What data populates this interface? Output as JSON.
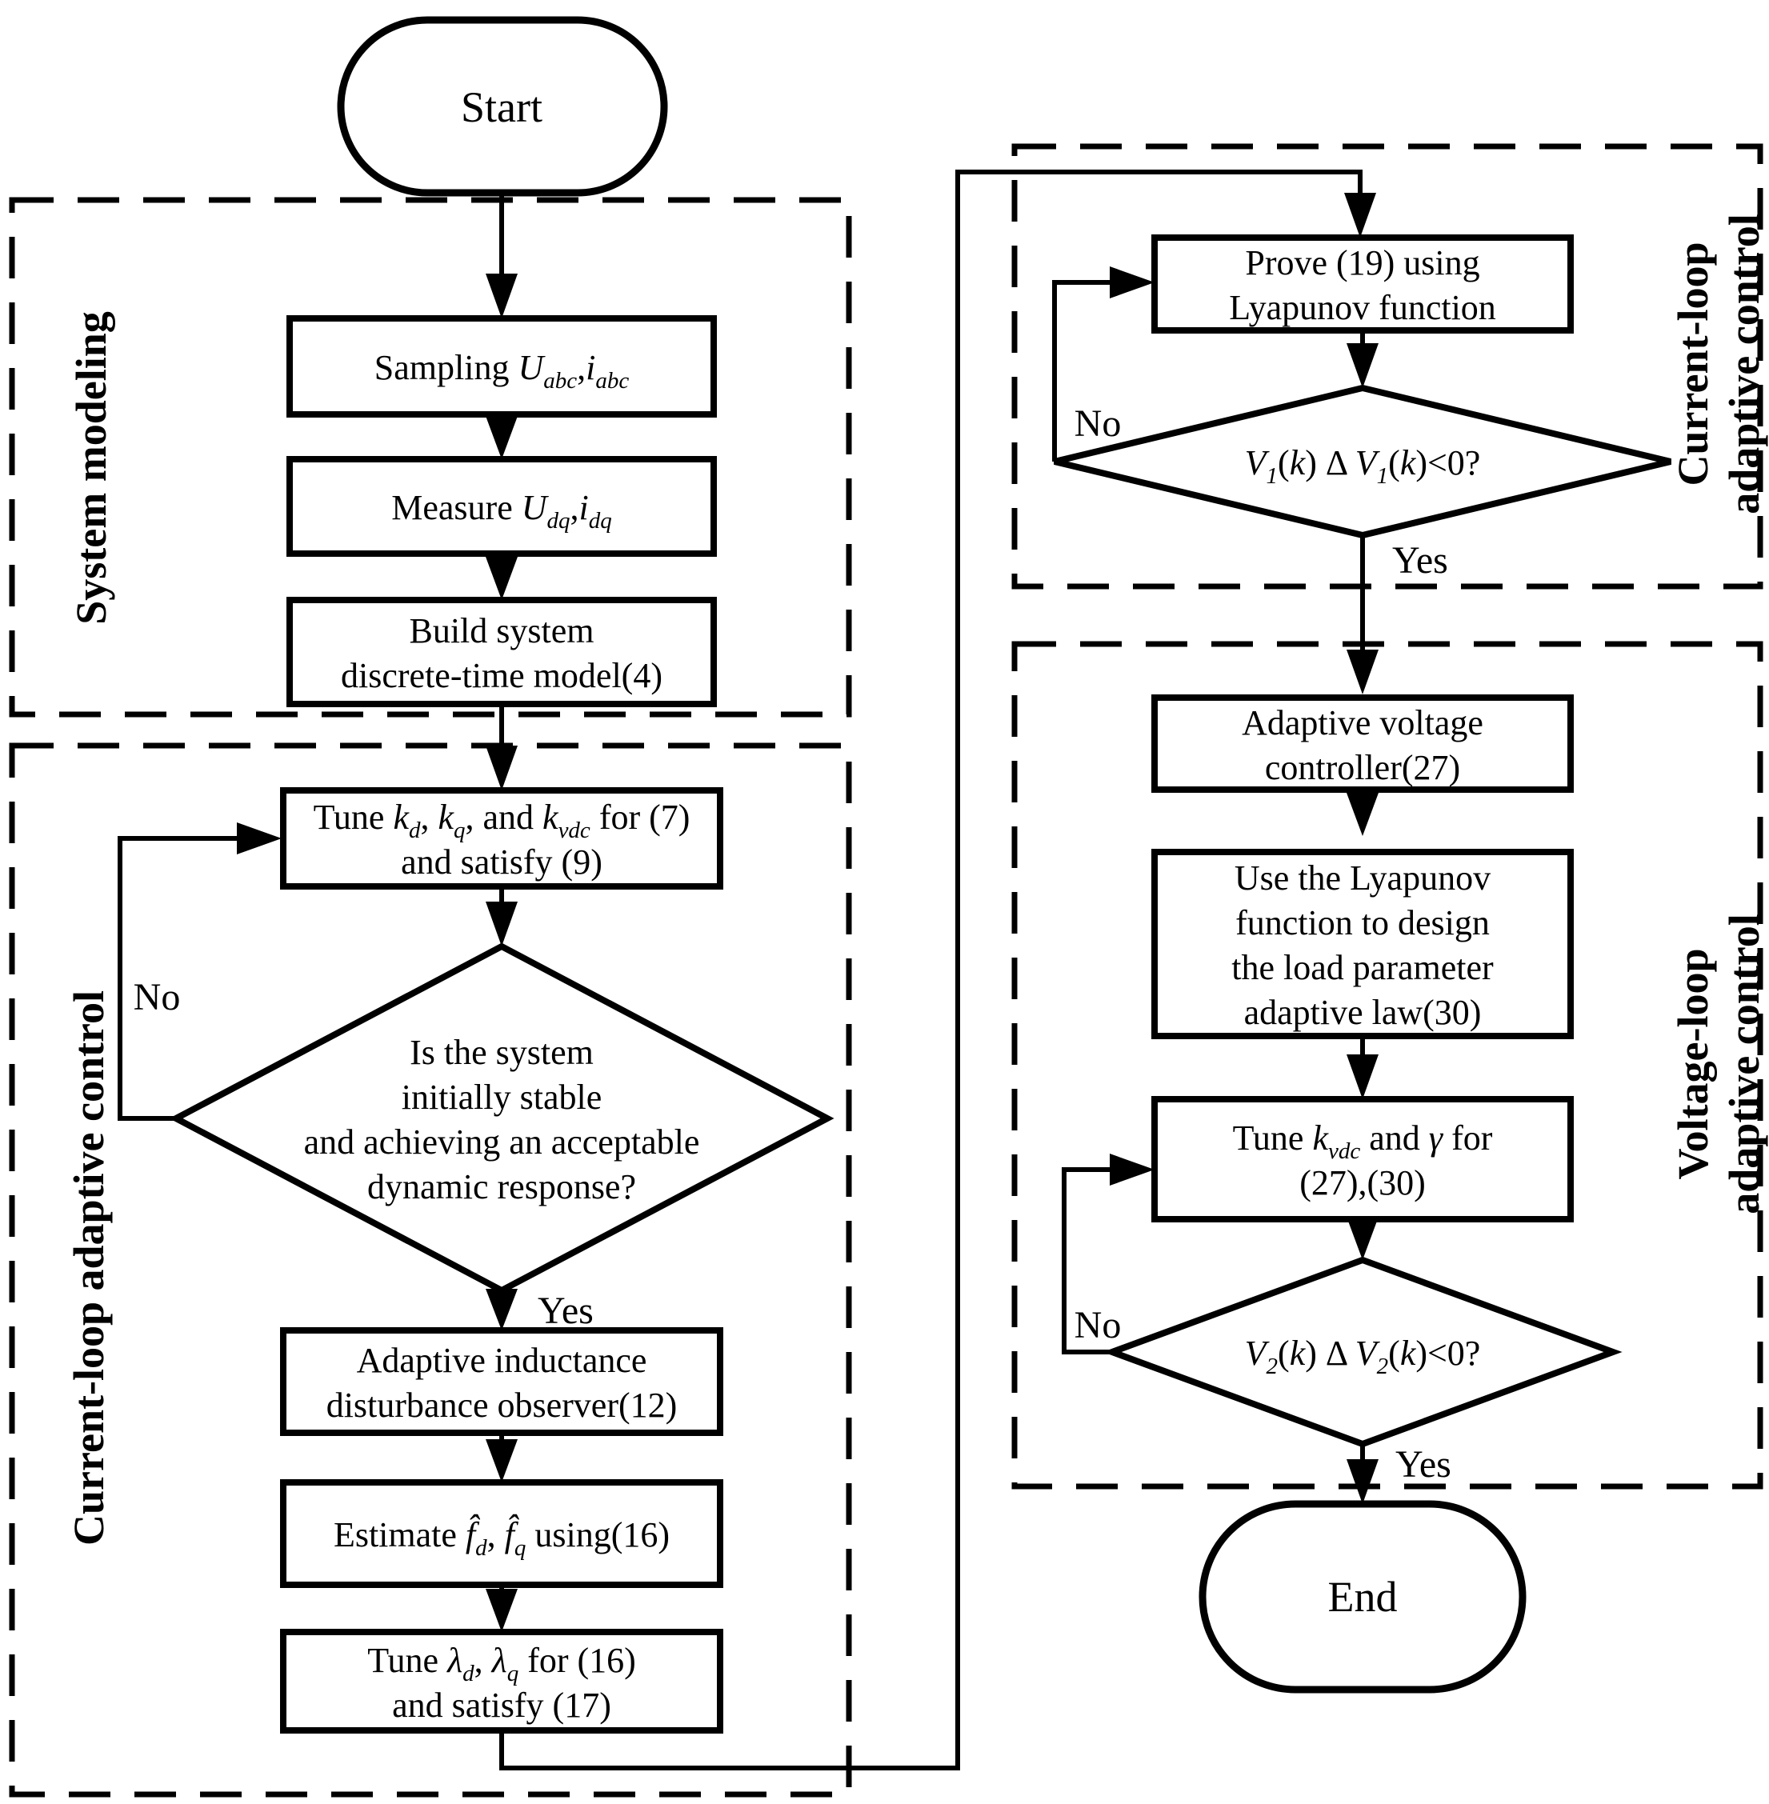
{
  "colors": {
    "ink": "#000000",
    "background": "#ffffff"
  },
  "labels": {
    "start": "Start",
    "end": "End"
  },
  "edges": {
    "yes": "Yes",
    "no": "No"
  },
  "sections": {
    "system_modeling": "System modeling",
    "current_loop_left": "Current-loop adaptive control",
    "current_loop_right": {
      "l1": "Current-loop",
      "l2": "adaptive control"
    },
    "voltage_loop": {
      "l1": "Voltage-loop",
      "l2": "adaptive control"
    }
  },
  "nodes": {
    "sampling": [
      [
        [
          "Sampling ",
          ""
        ],
        [
          "U",
          "i"
        ],
        [
          "abc",
          "s"
        ],
        [
          ",",
          ""
        ],
        [
          "i",
          "i"
        ],
        [
          "abc",
          "s"
        ]
      ]
    ],
    "measure": [
      [
        [
          "Measure ",
          ""
        ],
        [
          "U",
          "i"
        ],
        [
          "dq",
          "s"
        ],
        [
          ",",
          ""
        ],
        [
          "i",
          "i"
        ],
        [
          "dq",
          "s"
        ]
      ]
    ],
    "build": [
      [
        [
          "Build system",
          ""
        ]
      ],
      [
        [
          "discrete-time model(4)",
          ""
        ]
      ]
    ],
    "tune_current": [
      [
        [
          "Tune ",
          ""
        ],
        [
          "k",
          "i"
        ],
        [
          "d",
          "s"
        ],
        [
          ", ",
          ""
        ],
        [
          "k",
          "i"
        ],
        [
          "q",
          "s"
        ],
        [
          ", and ",
          ""
        ],
        [
          "k",
          "i"
        ],
        [
          "vdc",
          "s"
        ],
        [
          " for (7)",
          ""
        ]
      ],
      [
        [
          "and satisfy (9)",
          ""
        ]
      ]
    ],
    "stable": [
      [
        [
          "Is the system",
          ""
        ]
      ],
      [
        [
          "initially stable",
          ""
        ]
      ],
      [
        [
          "and achieving an acceptable",
          ""
        ]
      ],
      [
        [
          "dynamic response?",
          ""
        ]
      ]
    ],
    "observer": [
      [
        [
          "Adaptive inductance",
          ""
        ]
      ],
      [
        [
          "disturbance observer(12)",
          ""
        ]
      ]
    ],
    "estimate": [
      [
        [
          "Estimate ",
          ""
        ],
        [
          "f̂",
          "i"
        ],
        [
          "d",
          "s"
        ],
        [
          "、",
          ""
        ],
        [
          "f̂",
          "i"
        ],
        [
          "q",
          "s"
        ],
        [
          " using(16)",
          ""
        ]
      ]
    ],
    "tune_lambda": [
      [
        [
          "Tune ",
          ""
        ],
        [
          "λ",
          "i"
        ],
        [
          "d",
          "s"
        ],
        [
          ", ",
          ""
        ],
        [
          "λ",
          "i"
        ],
        [
          "q",
          "s"
        ],
        [
          " for (16)",
          ""
        ]
      ],
      [
        [
          "and satisfy (17)",
          ""
        ]
      ]
    ],
    "prove": [
      [
        [
          "Prove (19) using",
          ""
        ]
      ],
      [
        [
          "Lyapunov function",
          ""
        ]
      ]
    ],
    "v1": [
      [
        [
          "V",
          "i"
        ],
        [
          "1",
          "s"
        ],
        [
          "(",
          ""
        ],
        [
          "k",
          "i"
        ],
        [
          ") Δ ",
          ""
        ],
        [
          "V",
          "i"
        ],
        [
          "1",
          "s"
        ],
        [
          "(",
          ""
        ],
        [
          "k",
          "i"
        ],
        [
          ")<0?",
          ""
        ]
      ]
    ],
    "adaptive_voltage": [
      [
        [
          "Adaptive voltage",
          ""
        ]
      ],
      [
        [
          "controller(27)",
          ""
        ]
      ]
    ],
    "use_lyapunov": [
      [
        [
          "Use the Lyapunov",
          ""
        ]
      ],
      [
        [
          "function to design",
          ""
        ]
      ],
      [
        [
          "the load parameter",
          ""
        ]
      ],
      [
        [
          "adaptive law(30)",
          ""
        ]
      ]
    ],
    "tune_voltage": [
      [
        [
          "Tune ",
          ""
        ],
        [
          "k",
          "i"
        ],
        [
          "vdc",
          "s"
        ],
        [
          " and ",
          ""
        ],
        [
          "γ",
          "i"
        ],
        [
          "  for",
          ""
        ]
      ],
      [
        [
          "(27),(30)",
          ""
        ]
      ]
    ],
    "v2": [
      [
        [
          "V",
          "i"
        ],
        [
          "2",
          "s"
        ],
        [
          "(",
          ""
        ],
        [
          "k",
          "i"
        ],
        [
          ") Δ ",
          ""
        ],
        [
          "V",
          "i"
        ],
        [
          "2",
          "s"
        ],
        [
          "(",
          ""
        ],
        [
          "k",
          "i"
        ],
        [
          ")<0?",
          ""
        ]
      ]
    ]
  }
}
